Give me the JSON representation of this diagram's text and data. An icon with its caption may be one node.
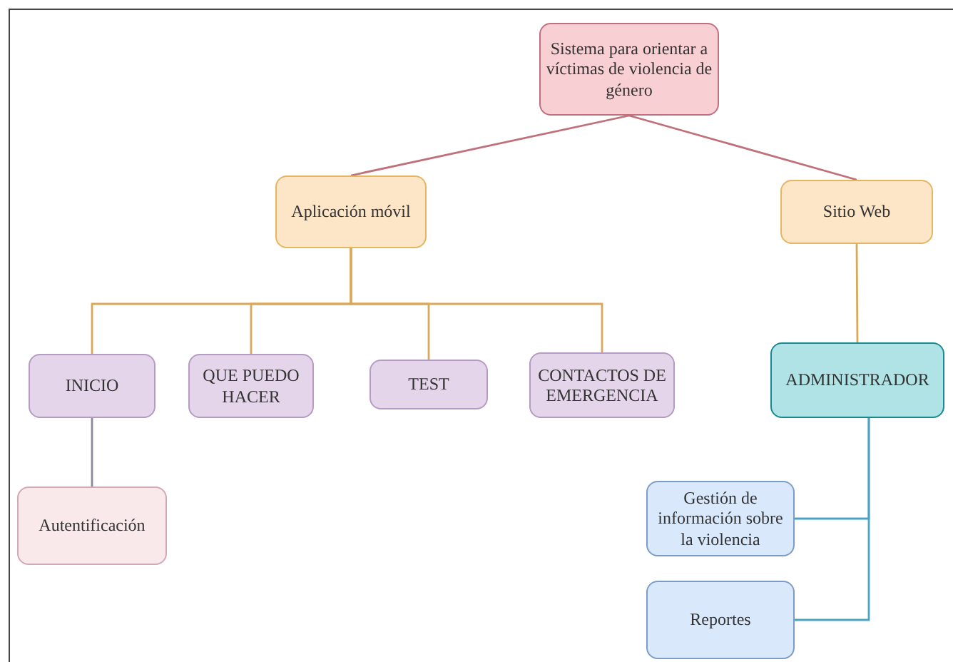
{
  "diagram": {
    "nodes": [
      {
        "text": [
          "Sistema para orientar a víctimas de violencia de género"
        ]
      },
      {
        "text": [
          "Aplicación móvil"
        ]
      },
      {
        "text": [
          "Sitio Web"
        ]
      },
      {
        "text": [
          "INICIO"
        ]
      },
      {
        "text": [
          "QUE PUEDO HACER"
        ]
      },
      {
        "text": [
          "TEST"
        ]
      },
      {
        "text": [
          "CONTACTOS DE EMERGENCIA"
        ]
      },
      {
        "text": [
          "ADMINISTRADOR"
        ]
      },
      {
        "text": [
          "Autentificación"
        ]
      },
      {
        "text": [
          "Gestión de información sobre la violencia"
        ]
      },
      {
        "text": [
          "Reportes"
        ]
      }
    ],
    "edges": [
      {
        "from": 0,
        "to": 1,
        "arrow": "none",
        "color": "#c0707a"
      },
      {
        "from": 0,
        "to": 2,
        "arrow": "none",
        "color": "#c0707a"
      },
      {
        "from": 1,
        "to": 3,
        "arrow": "none"
      },
      {
        "from": 1,
        "to": 4,
        "arrow": "none"
      },
      {
        "from": 1,
        "to": 5,
        "arrow": "none"
      },
      {
        "from": 1,
        "to": 6,
        "arrow": "none"
      },
      {
        "from": 2,
        "to": 7,
        "arrow": "none"
      },
      {
        "from": 3,
        "to": 8,
        "arrow": "none",
        "color": "#8a8a9a"
      },
      {
        "from": 7,
        "to": 9,
        "arrow": "none",
        "color": "#4ba3c3"
      },
      {
        "from": 7,
        "to": 10,
        "arrow": "none",
        "color": "#4ba3c3"
      }
    ]
  }
}
